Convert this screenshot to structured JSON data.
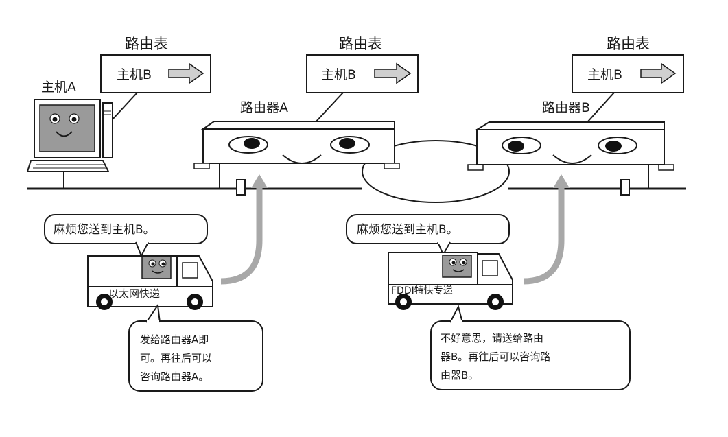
{
  "routing_table_label": "路由表",
  "table_entry": "主机B",
  "host_a": {
    "label": "主机A"
  },
  "router_a": {
    "label": "路由器A"
  },
  "router_b": {
    "label": "路由器B"
  },
  "truck_1": {
    "name": "以太网快递",
    "request": "麻烦您送到主机B。",
    "reply": [
      "发给路由器A即",
      "可。再往后可以",
      "咨询路由器A。"
    ]
  },
  "truck_2": {
    "name": "FDDI特快专递",
    "request": "麻烦您送到主机B。",
    "reply": [
      "不好意思，请送给路由",
      "器B。再往后可以咨询路",
      "由器B。"
    ]
  },
  "colors": {
    "line": "#1a1a1a",
    "arrow": "#a8a8a8",
    "screen": "#9a9a9a",
    "eye": "#111111"
  }
}
